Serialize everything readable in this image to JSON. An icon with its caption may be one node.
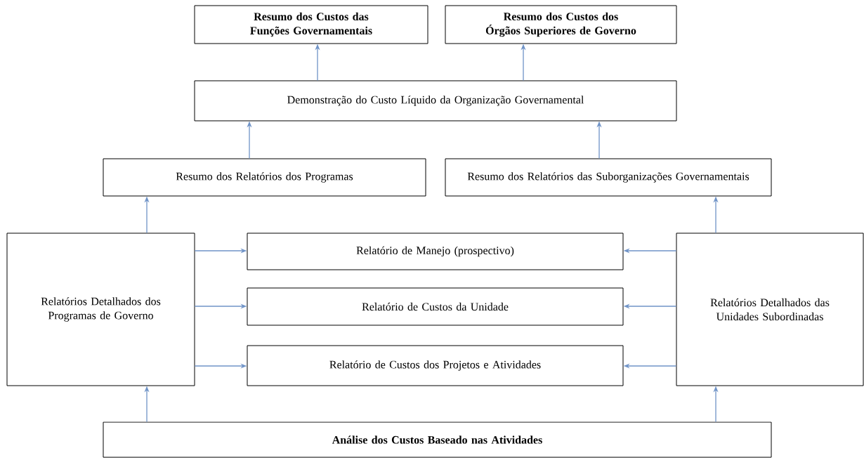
{
  "diagram": {
    "nodes": [
      {
        "text": [
          "Resumo dos Custos das Funções Governamentais"
        ]
      },
      {
        "text": [
          "Resumo dos Custos dos Órgãos Superiores de Governo"
        ]
      },
      {
        "text": [
          "Demonstração do Custo Líquido da Organização Governamental"
        ]
      },
      {
        "text": [
          "Resumo dos Relatórios dos Programas"
        ]
      },
      {
        "text": [
          "Resumo dos Relatórios das Suborganizações Governamentais"
        ]
      },
      {
        "text": [
          "Relatórios Detalhados dos Programas de Governo"
        ]
      },
      {
        "text": [
          "Relatório de Manejo (prospectivo)"
        ]
      },
      {
        "text": [
          "Relatório de Custos da Unidade"
        ]
      },
      {
        "text": [
          "Relatório de Custos dos Projetos e Atividades"
        ]
      },
      {
        "text": [
          "Relatórios Detalhados das Unidades Subordinadas"
        ]
      },
      {
        "text": [
          "Análise dos Custos Baseado nas Atividades"
        ]
      }
    ],
    "edges": [
      {
        "from": 2,
        "to": 0,
        "arrow": "to"
      },
      {
        "from": 2,
        "to": 1,
        "arrow": "to"
      },
      {
        "from": 3,
        "to": 2,
        "arrow": "to"
      },
      {
        "from": 4,
        "to": 2,
        "arrow": "to"
      },
      {
        "from": 5,
        "to": 3,
        "arrow": "to"
      },
      {
        "from": 9,
        "to": 4,
        "arrow": "to"
      },
      {
        "from": 5,
        "to": 6,
        "arrow": "to"
      },
      {
        "from": 5,
        "to": 7,
        "arrow": "to"
      },
      {
        "from": 5,
        "to": 8,
        "arrow": "to"
      },
      {
        "from": 9,
        "to": 6,
        "arrow": "to"
      },
      {
        "from": 9,
        "to": 7,
        "arrow": "to"
      },
      {
        "from": 9,
        "to": 8,
        "arrow": "to"
      },
      {
        "from": 10,
        "to": 5,
        "arrow": "to"
      },
      {
        "from": 10,
        "to": 9,
        "arrow": "to"
      }
    ]
  }
}
